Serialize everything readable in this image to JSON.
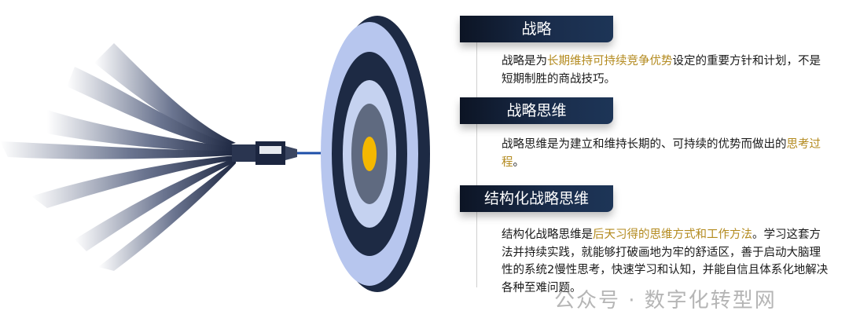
{
  "sections": [
    {
      "title": "战略",
      "text_before": "战略是为",
      "highlight": "长期维持可持续竞争优势",
      "text_after": "设定的重要方针和计划，不是短期制胜的商战技巧。"
    },
    {
      "title": "战略思维",
      "text_before": "战略思维是为建立和维持长期的、可持续的优势而做出的",
      "highlight": "思考过程",
      "text_after": "。"
    },
    {
      "title": "结构化战略思维",
      "text_before": "结构化战略思维是",
      "highlight": "后天习得的思维方式和工作方法",
      "text_after": "。学习这套方法并持续实践，就能够打破画地为牢的舒适区，善于启动大脑理性的系统2慢性思考，快速学习和认知，并能自信且体系化地解决各种至难问题。"
    }
  ],
  "watermark": "公众号 · 数字化转型网",
  "colors": {
    "header": "#1a2d4c",
    "highlight": "#b38a1e",
    "target_center": "#f5b800"
  },
  "icons": [
    "dart-icon",
    "target-icon"
  ]
}
